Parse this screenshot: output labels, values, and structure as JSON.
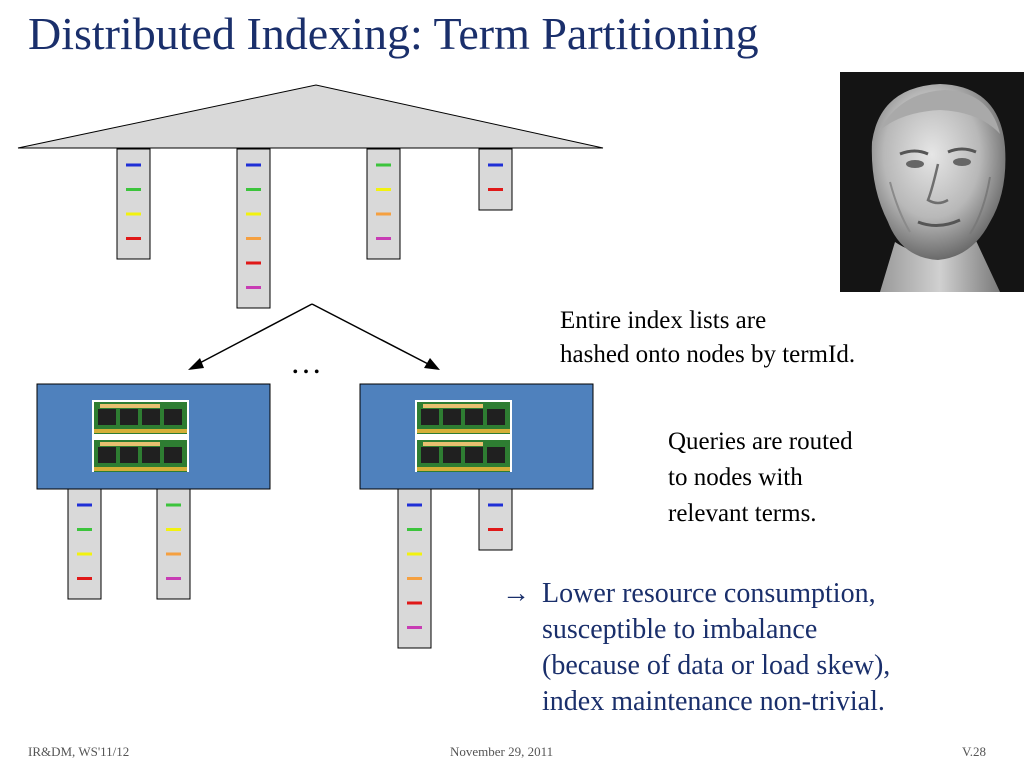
{
  "slide": {
    "title": "Distributed Indexing: Term Partitioning",
    "text1": [
      "Entire index lists are",
      "hashed onto nodes by termId."
    ],
    "text2": [
      "Queries are routed",
      "to nodes with",
      "relevant terms."
    ],
    "arrow_glyph": "→",
    "bullet": [
      "Lower resource consumption,",
      "susceptible to imbalance",
      "(because of data or load skew),",
      "index maintenance non-trivial."
    ],
    "ellipsis": "…",
    "footer": {
      "left": "IR&DM, WS'11/12",
      "center": "November 29, 2011",
      "right": "V.28"
    }
  },
  "colors": {
    "title": "#1a2f6b",
    "node_box": "#4f81bd",
    "list_box": "#d9d9d9",
    "term_blue": "#1f2fd6",
    "term_green": "#3cc43c",
    "term_yellow": "#f2f20f",
    "term_orange": "#f5a040",
    "term_red": "#e01818",
    "term_magenta": "#c83cb4"
  },
  "diagram": {
    "top_lists": [
      [
        "blue",
        "green",
        "yellow",
        "red"
      ],
      [
        "blue",
        "green",
        "yellow",
        "orange",
        "red",
        "magenta"
      ],
      [
        "green",
        "yellow",
        "orange",
        "magenta"
      ],
      [
        "blue",
        "red"
      ]
    ],
    "node_lists": [
      [
        "blue",
        "green",
        "yellow",
        "red"
      ],
      [
        "green",
        "yellow",
        "orange",
        "magenta"
      ],
      [
        "blue",
        "green",
        "yellow",
        "orange",
        "red",
        "magenta"
      ],
      [
        "blue",
        "red"
      ]
    ]
  }
}
